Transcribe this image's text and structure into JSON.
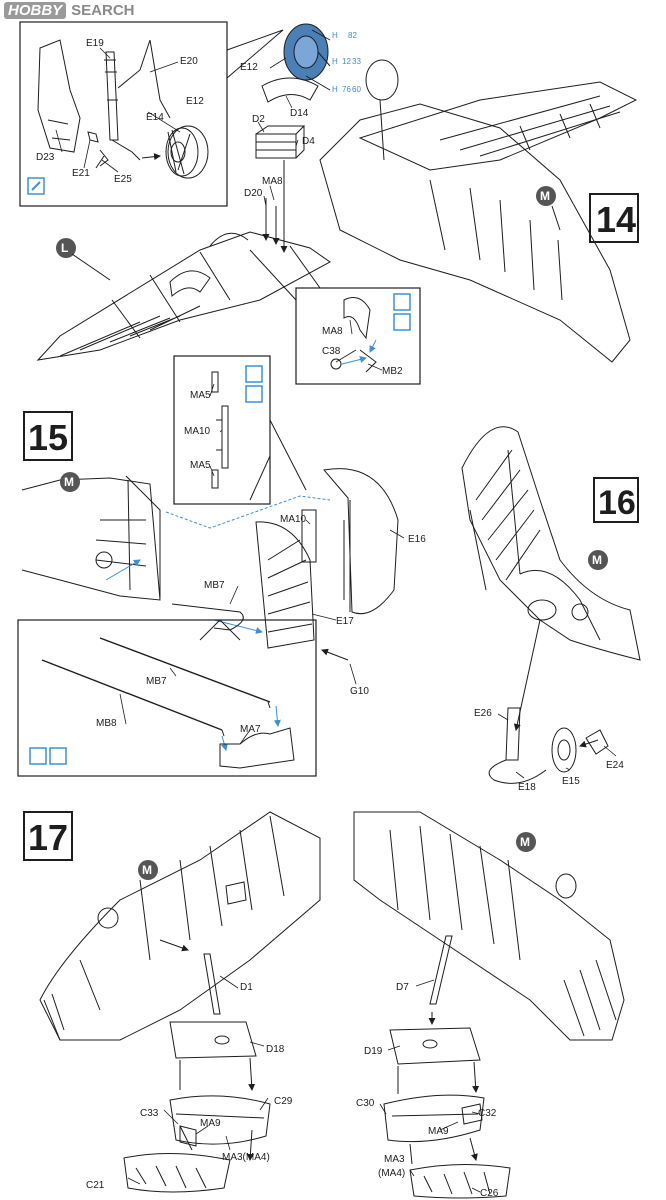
{
  "watermark": {
    "brand": "HOBBY",
    "suffix": "SEARCH"
  },
  "steps": {
    "s14": "14",
    "s15": "15",
    "s16": "16",
    "s17": "17"
  },
  "material_markers": {
    "L": "L",
    "M": "M"
  },
  "color_codes": {
    "c1": "H",
    "c1v": "82",
    "c2": "H",
    "c2v": "12",
    "c2w": "33",
    "c3": "H",
    "c3v": "76",
    "c3w": "60"
  },
  "parts": {
    "E19": "E19",
    "E20": "E20",
    "E12a": "E12",
    "E12b": "E12",
    "D14": "D14",
    "E14": "E14",
    "D23": "D23",
    "E21": "E21",
    "E25": "E25",
    "D2": "D2",
    "D4": "D4",
    "MA8a": "MA8",
    "D20": "D20",
    "MA8b": "MA8",
    "C38": "C38",
    "MB2": "MB2",
    "MA5a": "MA5",
    "MA10a": "MA10",
    "MA5b": "MA5",
    "MA10b": "MA10",
    "E16": "E16",
    "MB7a": "MB7",
    "E17": "E17",
    "G10": "G10",
    "MB7b": "MB7",
    "MB8": "MB8",
    "MA7": "MA7",
    "E26": "E26",
    "E18": "E18",
    "E15": "E15",
    "E24": "E24",
    "D1": "D1",
    "D18": "D18",
    "C29": "C29",
    "C33": "C33",
    "MA9a": "MA9",
    "MA3a": "MA3(MA4)",
    "C21": "C21",
    "D7": "D7",
    "D19": "D19",
    "C30": "C30",
    "C32": "C32",
    "MA9b": "MA9",
    "MA3b": "MA3",
    "MA4b": "(MA4)",
    "C26": "C26"
  },
  "colors": {
    "ink": "#1e1e1e",
    "accent": "#3d8fd6",
    "paper": "#ffffff"
  }
}
